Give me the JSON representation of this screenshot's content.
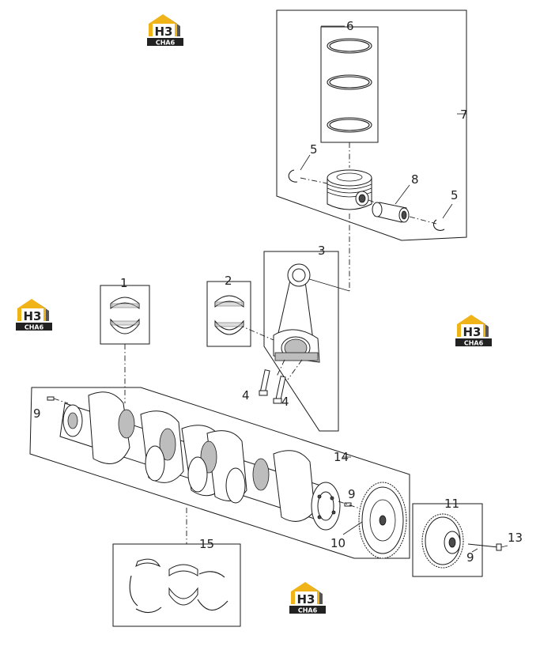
{
  "logo": {
    "main": "H3",
    "sub": "CHA6",
    "gold": "#f0b418",
    "dark": "#222222"
  },
  "callouts": [
    "1",
    "2",
    "3",
    "4",
    "4",
    "5",
    "5",
    "6",
    "7",
    "8",
    "9",
    "9",
    "9",
    "10",
    "11",
    "13",
    "14",
    "15"
  ]
}
